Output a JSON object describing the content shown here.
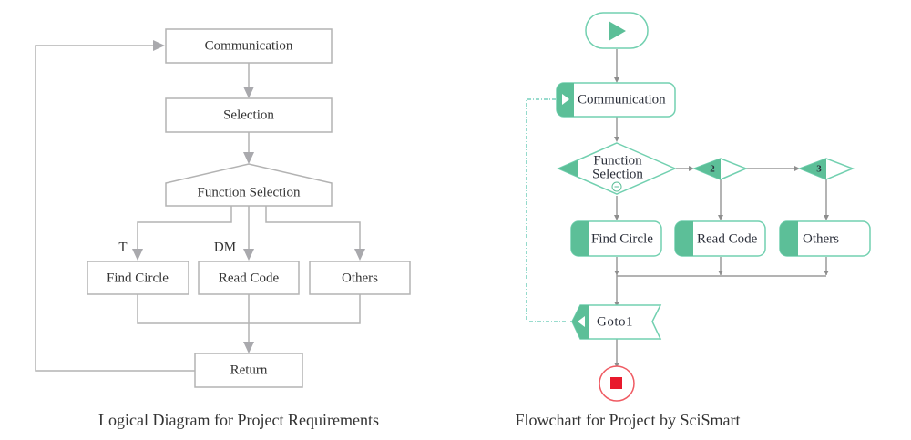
{
  "left_diagram": {
    "caption": "Logical Diagram for Project Requirements",
    "nodes": {
      "communication": "Communication",
      "selection": "Selection",
      "function_selection": "Function Selection",
      "find_circle": "Find Circle",
      "read_code": "Read Code",
      "others": "Others",
      "return": "Return"
    },
    "branch_labels": {
      "find_circle": "T",
      "read_code": "DM"
    }
  },
  "right_diagram": {
    "caption": "Flowchart for Project by SciSmart",
    "nodes": {
      "start": "play-icon",
      "communication": "Communication",
      "function_selection_line1": "Function",
      "function_selection_line2": "Selection",
      "case_2": "2",
      "case_3": "3",
      "find_circle": "Find Circle",
      "read_code": "Read Code",
      "others": "Others",
      "goto": "Goto1",
      "stop": "stop-icon"
    },
    "colors": {
      "accent": "#5cbf98",
      "border": "#72d0b0",
      "stop": "#e8192c"
    }
  }
}
